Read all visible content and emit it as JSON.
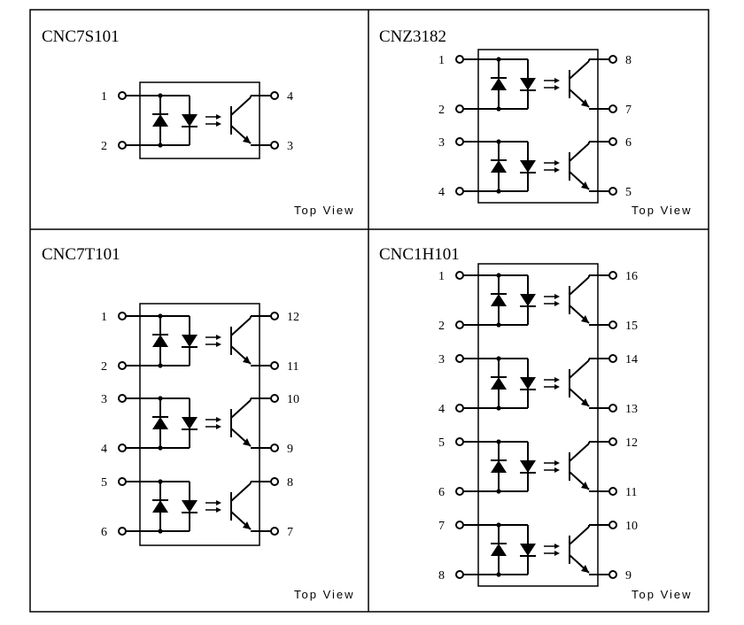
{
  "view_label": "Top View",
  "panels": [
    {
      "title": "CNC7S101",
      "channels": [
        {
          "in": [
            "1",
            "2"
          ],
          "out": [
            "4",
            "3"
          ]
        }
      ]
    },
    {
      "title": "CNZ3182",
      "channels": [
        {
          "in": [
            "1",
            "2"
          ],
          "out": [
            "8",
            "7"
          ]
        },
        {
          "in": [
            "3",
            "4"
          ],
          "out": [
            "6",
            "5"
          ]
        }
      ]
    },
    {
      "title": "CNC7T101",
      "channels": [
        {
          "in": [
            "1",
            "2"
          ],
          "out": [
            "12",
            "11"
          ]
        },
        {
          "in": [
            "3",
            "4"
          ],
          "out": [
            "10",
            "9"
          ]
        },
        {
          "in": [
            "5",
            "6"
          ],
          "out": [
            "8",
            "7"
          ]
        }
      ]
    },
    {
      "title": "CNC1H101",
      "channels": [
        {
          "in": [
            "1",
            "2"
          ],
          "out": [
            "16",
            "15"
          ]
        },
        {
          "in": [
            "3",
            "4"
          ],
          "out": [
            "14",
            "13"
          ]
        },
        {
          "in": [
            "5",
            "6"
          ],
          "out": [
            "12",
            "11"
          ]
        },
        {
          "in": [
            "7",
            "8"
          ],
          "out": [
            "10",
            "9"
          ]
        }
      ]
    }
  ]
}
